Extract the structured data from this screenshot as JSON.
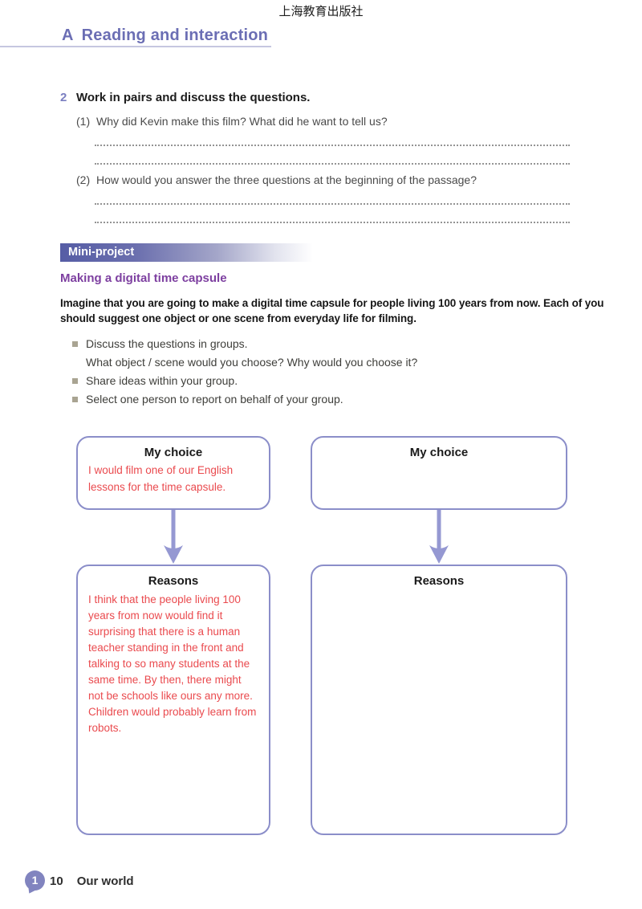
{
  "publisher": "上海教育出版社",
  "section": {
    "letter": "A",
    "title": "Reading and interaction"
  },
  "exercise": {
    "number": "2",
    "instruction": "Work in pairs and discuss the questions.",
    "questions": [
      {
        "number": "(1)",
        "text": "Why did Kevin make this film? What did he want to tell us?"
      },
      {
        "number": "(2)",
        "text": "How would you answer the three questions at the beginning of the passage?"
      }
    ]
  },
  "mini_project": {
    "banner_label": "Mini-project",
    "title": "Making a digital time capsule",
    "intro": "Imagine that you are going to make a digital time capsule for people living 100 years from now. Each of you should suggest one object or one scene from everyday life for filming.",
    "bullets": [
      {
        "text": "Discuss the questions in groups.",
        "sub": "What object / scene would you choose? Why would you choose it?"
      },
      {
        "text": "Share ideas within your group.",
        "sub": ""
      },
      {
        "text": "Select one person to report on behalf of your group.",
        "sub": ""
      }
    ]
  },
  "diagram": {
    "left_choice": {
      "title": "My choice",
      "answer": "I would film one of our English lessons for the time capsule."
    },
    "right_choice": {
      "title": "My choice",
      "answer": ""
    },
    "left_reasons": {
      "title": "Reasons",
      "answer": "I think that the people living 100 years from now would find it surprising that there is a human teacher standing in the front and talking to so many students at the same time. By then, there might not be schools like ours any more. Children would probably learn from robots."
    },
    "right_reasons": {
      "title": "Reasons",
      "answer": ""
    }
  },
  "footer": {
    "unit_number": "1",
    "page_number": "10",
    "book_title": "Our world"
  },
  "colors": {
    "accent_purple": "#6b6eb4",
    "banner_purple": "#565da5",
    "box_border": "#8b8ec9",
    "handwriting_red": "#ea4a4e",
    "project_title_purple": "#7d3fa0",
    "badge_purple": "#8184bf"
  }
}
